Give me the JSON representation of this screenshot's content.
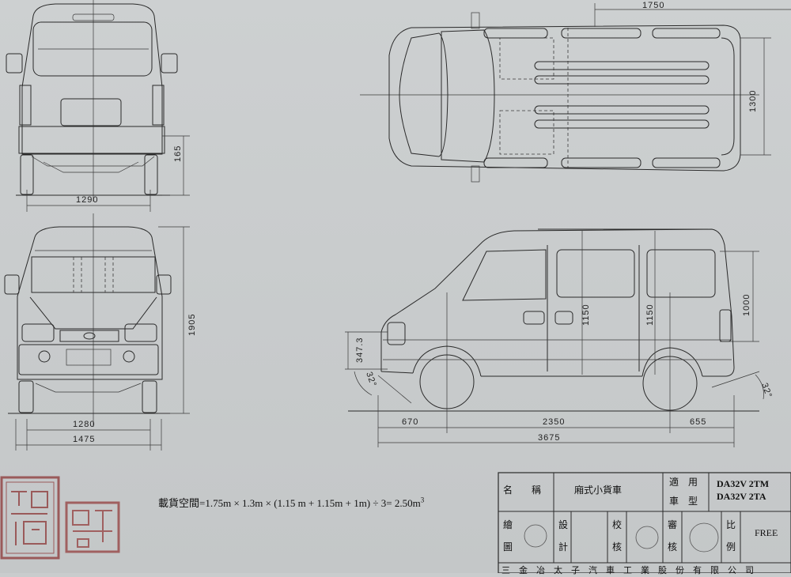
{
  "dimensions": {
    "top_width": "1750",
    "top_length": "1300",
    "rear_ground": "165",
    "rear_track": "1290",
    "front_height": "1905",
    "front_track": "1280",
    "front_width": "1475",
    "side_height": "1000",
    "cargo_h1": "1150",
    "cargo_h2": "1150",
    "front_oh_height": "347.3",
    "angle_front": "32°",
    "angle_rear": "32°",
    "front_overhang": "670",
    "wheelbase": "2350",
    "rear_overhang": "655",
    "overall_length": "3675"
  },
  "formula": {
    "label": "載貨空間",
    "expr": "=1.75m × 1.3m × (1.15 m + 1.15m + 1m) ÷ 3= 2.50m",
    "exp": "3"
  },
  "title_block": {
    "name_label": "名　　稱",
    "name_value": "廂式小貨車",
    "applicable_label": "適　用",
    "model_label": "車　型",
    "model_1": "DA32V 2TM",
    "model_2": "DA32V 2TA",
    "draw_label_1": "繪",
    "draw_label_2": "圖",
    "design_label_1": "設",
    "design_label_2": "計",
    "check_label_1": "校",
    "check_label_2": "核",
    "approve_label_1": "審",
    "approve_label_2": "核",
    "scale_label_1": "比",
    "scale_label_2": "例",
    "scale_value": "FREE",
    "company": "三　金　冶　太　子　汽　車　工　業　股　份　有　限　公　司"
  }
}
